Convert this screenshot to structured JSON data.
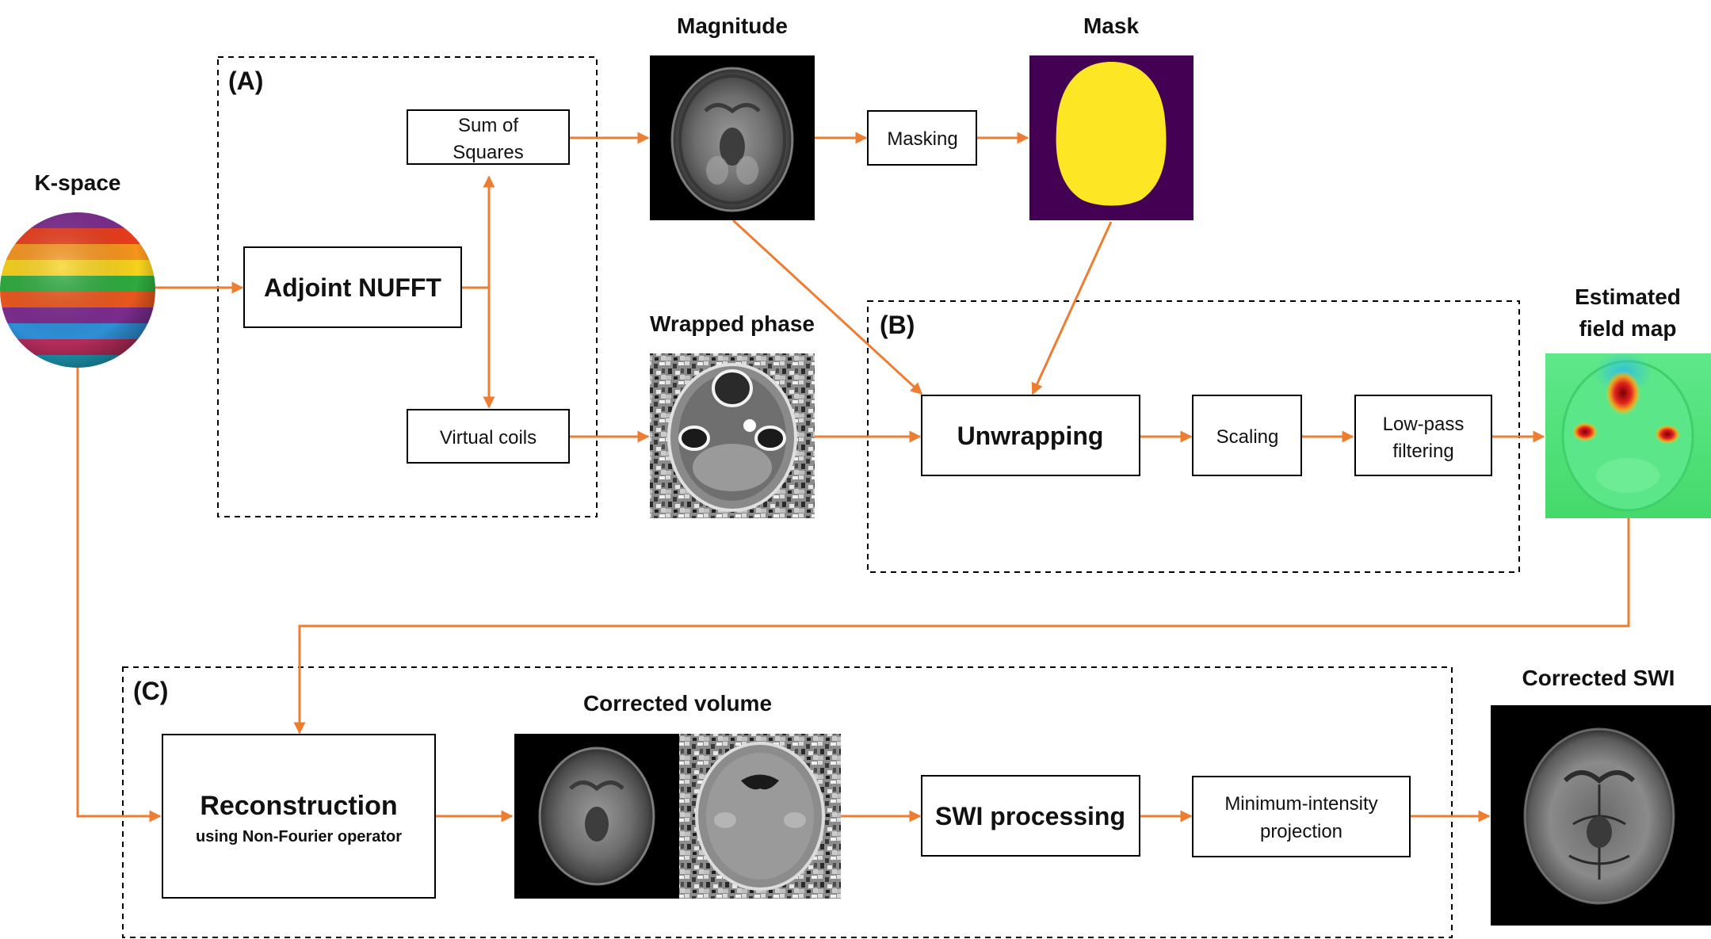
{
  "colors": {
    "arrow": "#ED7D31",
    "mask_background": "#440154",
    "mask_foreground": "#FDE725",
    "field_map_base": "#4CE276",
    "sphere_bands": [
      "#7B2C8E",
      "#E83C1C",
      "#F5941D",
      "#F7D21C",
      "#2EAA3F",
      "#2E8FD6",
      "#3B4DB5",
      "#B52C5B",
      "#E8571E",
      "#1E9CB8"
    ]
  },
  "icons": {
    "kspace": "kspace-sphere-icon",
    "magnitude": "brain-magnitude-image",
    "mask": "brain-mask-image",
    "wrapped_phase": "wrapped-phase-image",
    "field_map": "field-map-image",
    "corrected_magnitude": "corrected-magnitude-image",
    "corrected_phase": "corrected-phase-image",
    "corrected_swi": "corrected-swi-image"
  },
  "groups": {
    "a": "(A)",
    "b": "(B)",
    "c": "(C)"
  },
  "labels": {
    "kspace": "K-space",
    "magnitude": "Magnitude",
    "mask": "Mask",
    "wrapped_phase": "Wrapped phase",
    "estimated_field_map": [
      "Estimated",
      "field map"
    ],
    "corrected_volume": "Corrected volume",
    "corrected_swi": "Corrected SWI"
  },
  "boxes": {
    "adjoint_nufft": "Adjoint NUFFT",
    "sum_of_squares": [
      "Sum of",
      "Squares"
    ],
    "virtual_coils": "Virtual coils",
    "masking": "Masking",
    "unwrapping": "Unwrapping",
    "scaling": "Scaling",
    "low_pass": [
      "Low-pass",
      "filtering"
    ],
    "reconstruction": "Reconstruction",
    "reconstruction_sub": "using Non-Fourier operator",
    "swi_processing": "SWI processing",
    "min_intensity": [
      "Minimum-intensity",
      "projection"
    ]
  }
}
